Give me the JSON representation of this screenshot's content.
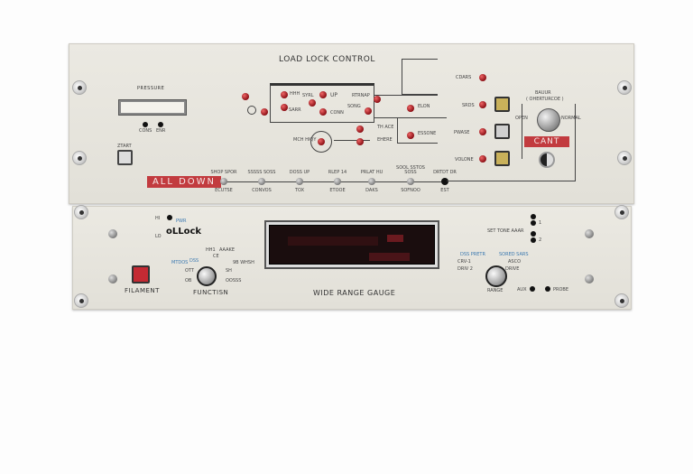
{
  "upper_panel": {
    "title": "LOAD LOCK CONTROL",
    "pressure_label": "PRESSURE",
    "pressure_sub_labels": [
      "CONS",
      "ENR"
    ],
    "start_label": "ZTART",
    "all_down_label": "ALL DOWN",
    "diagram_labels": [
      "HHH",
      "SYRL",
      "UP",
      "RTRNAP",
      "SARR",
      "CONN",
      "SONG",
      "MCH HIQY"
    ],
    "right_diagram_labels": [
      "ELON",
      "ESSONE"
    ],
    "side_labels": [
      "TH ACE",
      "EHERE"
    ],
    "step_top_labels": [
      "SHOP SPOR",
      "SSSSS SOSS",
      "DOSS UP",
      "RLEP 14",
      "PRLAT HU",
      "SOOL SSTOS SOSS",
      "DRTDT DR"
    ],
    "step_bottom_labels": [
      "ECUTSE",
      "CONVOS",
      "TOX",
      "ETOOE",
      "DAKS",
      "SOFNOO",
      "EST"
    ],
    "indicator_labels": [
      "CDARS",
      "SRDS",
      "PWASE",
      "VOLONE"
    ],
    "key_title": "BAUUR",
    "key_subtitle": "( OHERTURCOE )",
    "key_left": "OPEN",
    "key_right": "NORMAL",
    "cant_label": "CANT"
  },
  "lower_panel": {
    "top_labels": [
      "HI",
      "LO"
    ],
    "pwr_label": "PWR",
    "block_label": "oLLock",
    "filament_label": "FILAMENT",
    "function_label": "FUNCTISN",
    "function_positions": [
      "MTDOS",
      "DSS",
      "OTT",
      "OB",
      "HH1",
      "AAAKE",
      "CE",
      "9B WHSH",
      "SH",
      "OOSSS"
    ],
    "gauge_label": "WIDE RANGE GAUGE",
    "range_label": "RANGE",
    "range_positions": [
      "DSS PRETR",
      "CRV-1",
      "DRIV 2",
      "SORED SARS",
      "ASCO",
      "DRIVE"
    ],
    "set_point_label": "SET TONE AAAR",
    "set_point_items": [
      "1",
      "2"
    ],
    "bottom_labels": [
      "AUX",
      "PROBE"
    ]
  },
  "colors": {
    "panel": "#e6e4dc",
    "led": "#8b0e14",
    "all_down": "#c23b3f",
    "display": "#1a0d0e",
    "display_text": "#6a1a1f"
  }
}
